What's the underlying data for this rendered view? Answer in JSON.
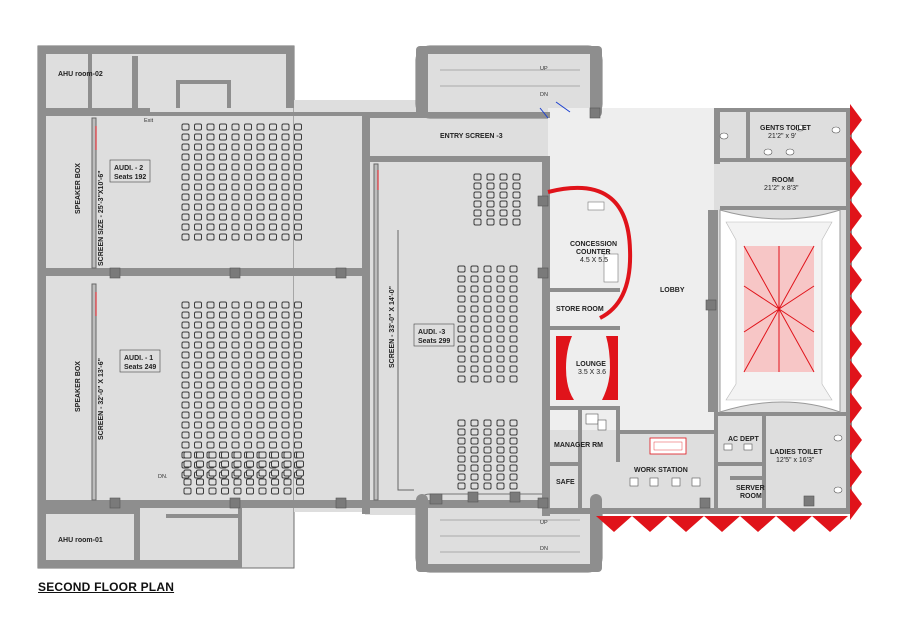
{
  "plan_title": "SECOND FLOOR PLAN",
  "colors": {
    "wall": "#8e8e8e",
    "floor": "#dedede",
    "lobby": "#eeeeee",
    "accent": "#e0131a",
    "seat": "#3a3a3a"
  },
  "rooms": {
    "ahu_top": "AHU room-02",
    "ahu_bottom": "AHU room-01",
    "exit": "Exit",
    "audi2_name": "AUDI. - 2",
    "audi2_seats": "Seats 192",
    "audi2_screen": "SCREEN SIZE - 25'-3\"X10'-6\"",
    "audi1_name": "AUDI. - 1",
    "audi1_seats": "Seats 249",
    "audi1_screen": "SCREEN - 32'-0\" X 13'-6\"",
    "speaker_box_top": "SPEAKER BOX",
    "speaker_box_bottom": "SPEAKER BOX",
    "dn_left": "DN.",
    "entry_screen": "ENTRY SCREEN -3",
    "audi3_name": "AUDI. -3",
    "audi3_seats": "Seats 299",
    "audi3_screen": "SCREEN - 33'-0\" X 14'-0\"",
    "stair_top_up": "UP",
    "stair_top_dn": "DN",
    "stair_bottom_up": "UP",
    "stair_bottom_dn": "DN",
    "concession_1": "CONCESSION",
    "concession_2": "COUNTER",
    "concession_size": "4.5 X 5.5",
    "store_room": "STORE ROOM",
    "lounge": "LOUNGE",
    "lounge_size": "3.5 X 3.6",
    "lobby": "LOBBY",
    "manager_rm": "MANAGER RM",
    "safe": "SAFE",
    "work_station": "WORK STATION",
    "ac_dept": "AC DEPT",
    "server_1": "SERVER",
    "server_2": "ROOM",
    "gents_toilet": "GENTS TOILET",
    "gents_size": "21'2\" x 9'",
    "room": "ROOM",
    "room_size": "21'2\" x 8'3\"",
    "ladies_toilet": "LADIES TOILET",
    "ladies_size": "12'5\" x 16'3\""
  }
}
